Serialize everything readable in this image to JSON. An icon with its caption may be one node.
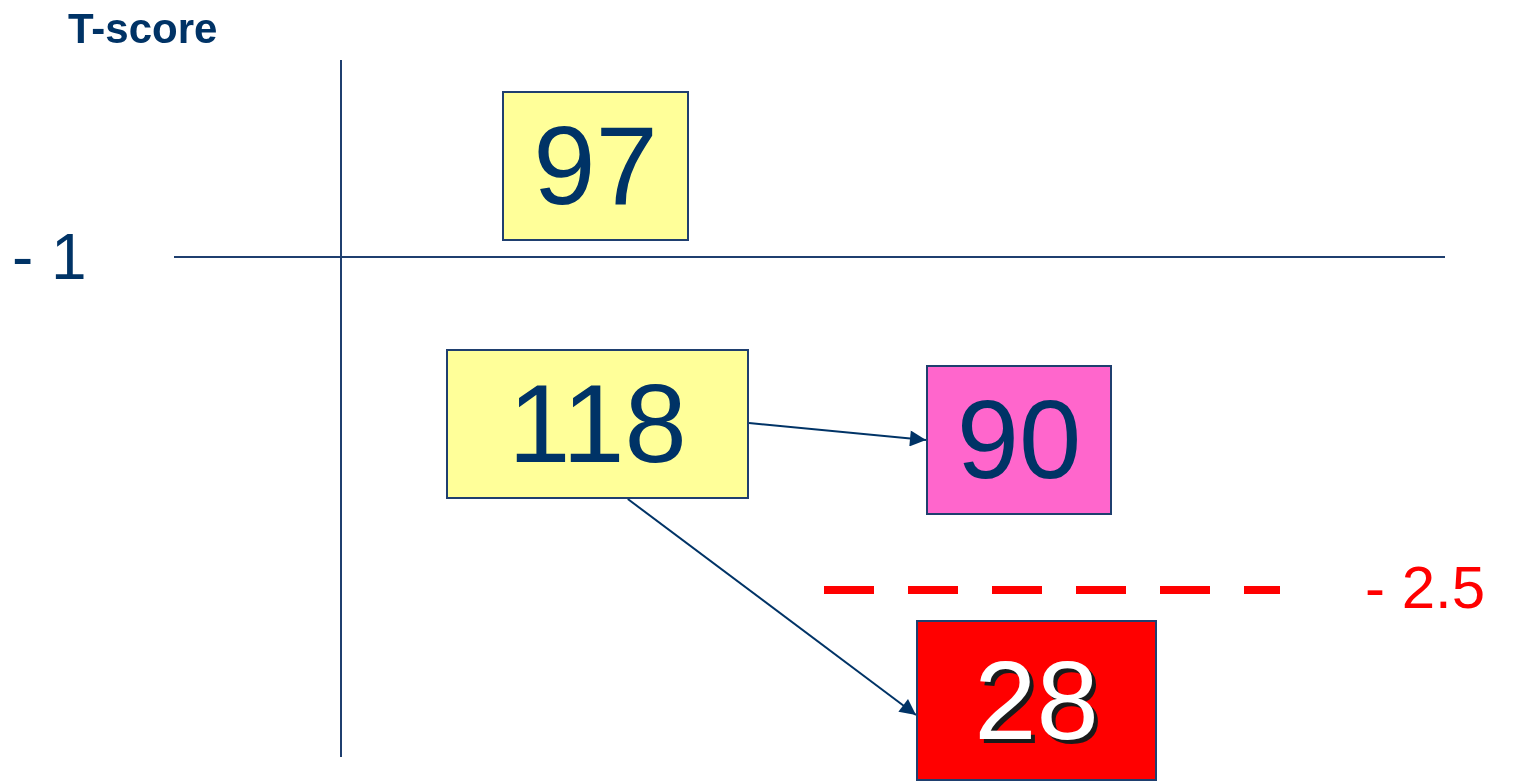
{
  "diagram": {
    "nodes": [
      {
        "text": [
          "97"
        ]
      },
      {
        "text": [
          "118"
        ]
      },
      {
        "text": [
          "90"
        ]
      },
      {
        "text": [
          "28"
        ]
      }
    ],
    "edges": [
      {
        "from": 1,
        "to": 2,
        "arrow": "to"
      },
      {
        "from": 1,
        "to": 3,
        "arrow": "to"
      }
    ],
    "labels": [
      "T-score",
      "- 1",
      "- 2.5"
    ]
  }
}
